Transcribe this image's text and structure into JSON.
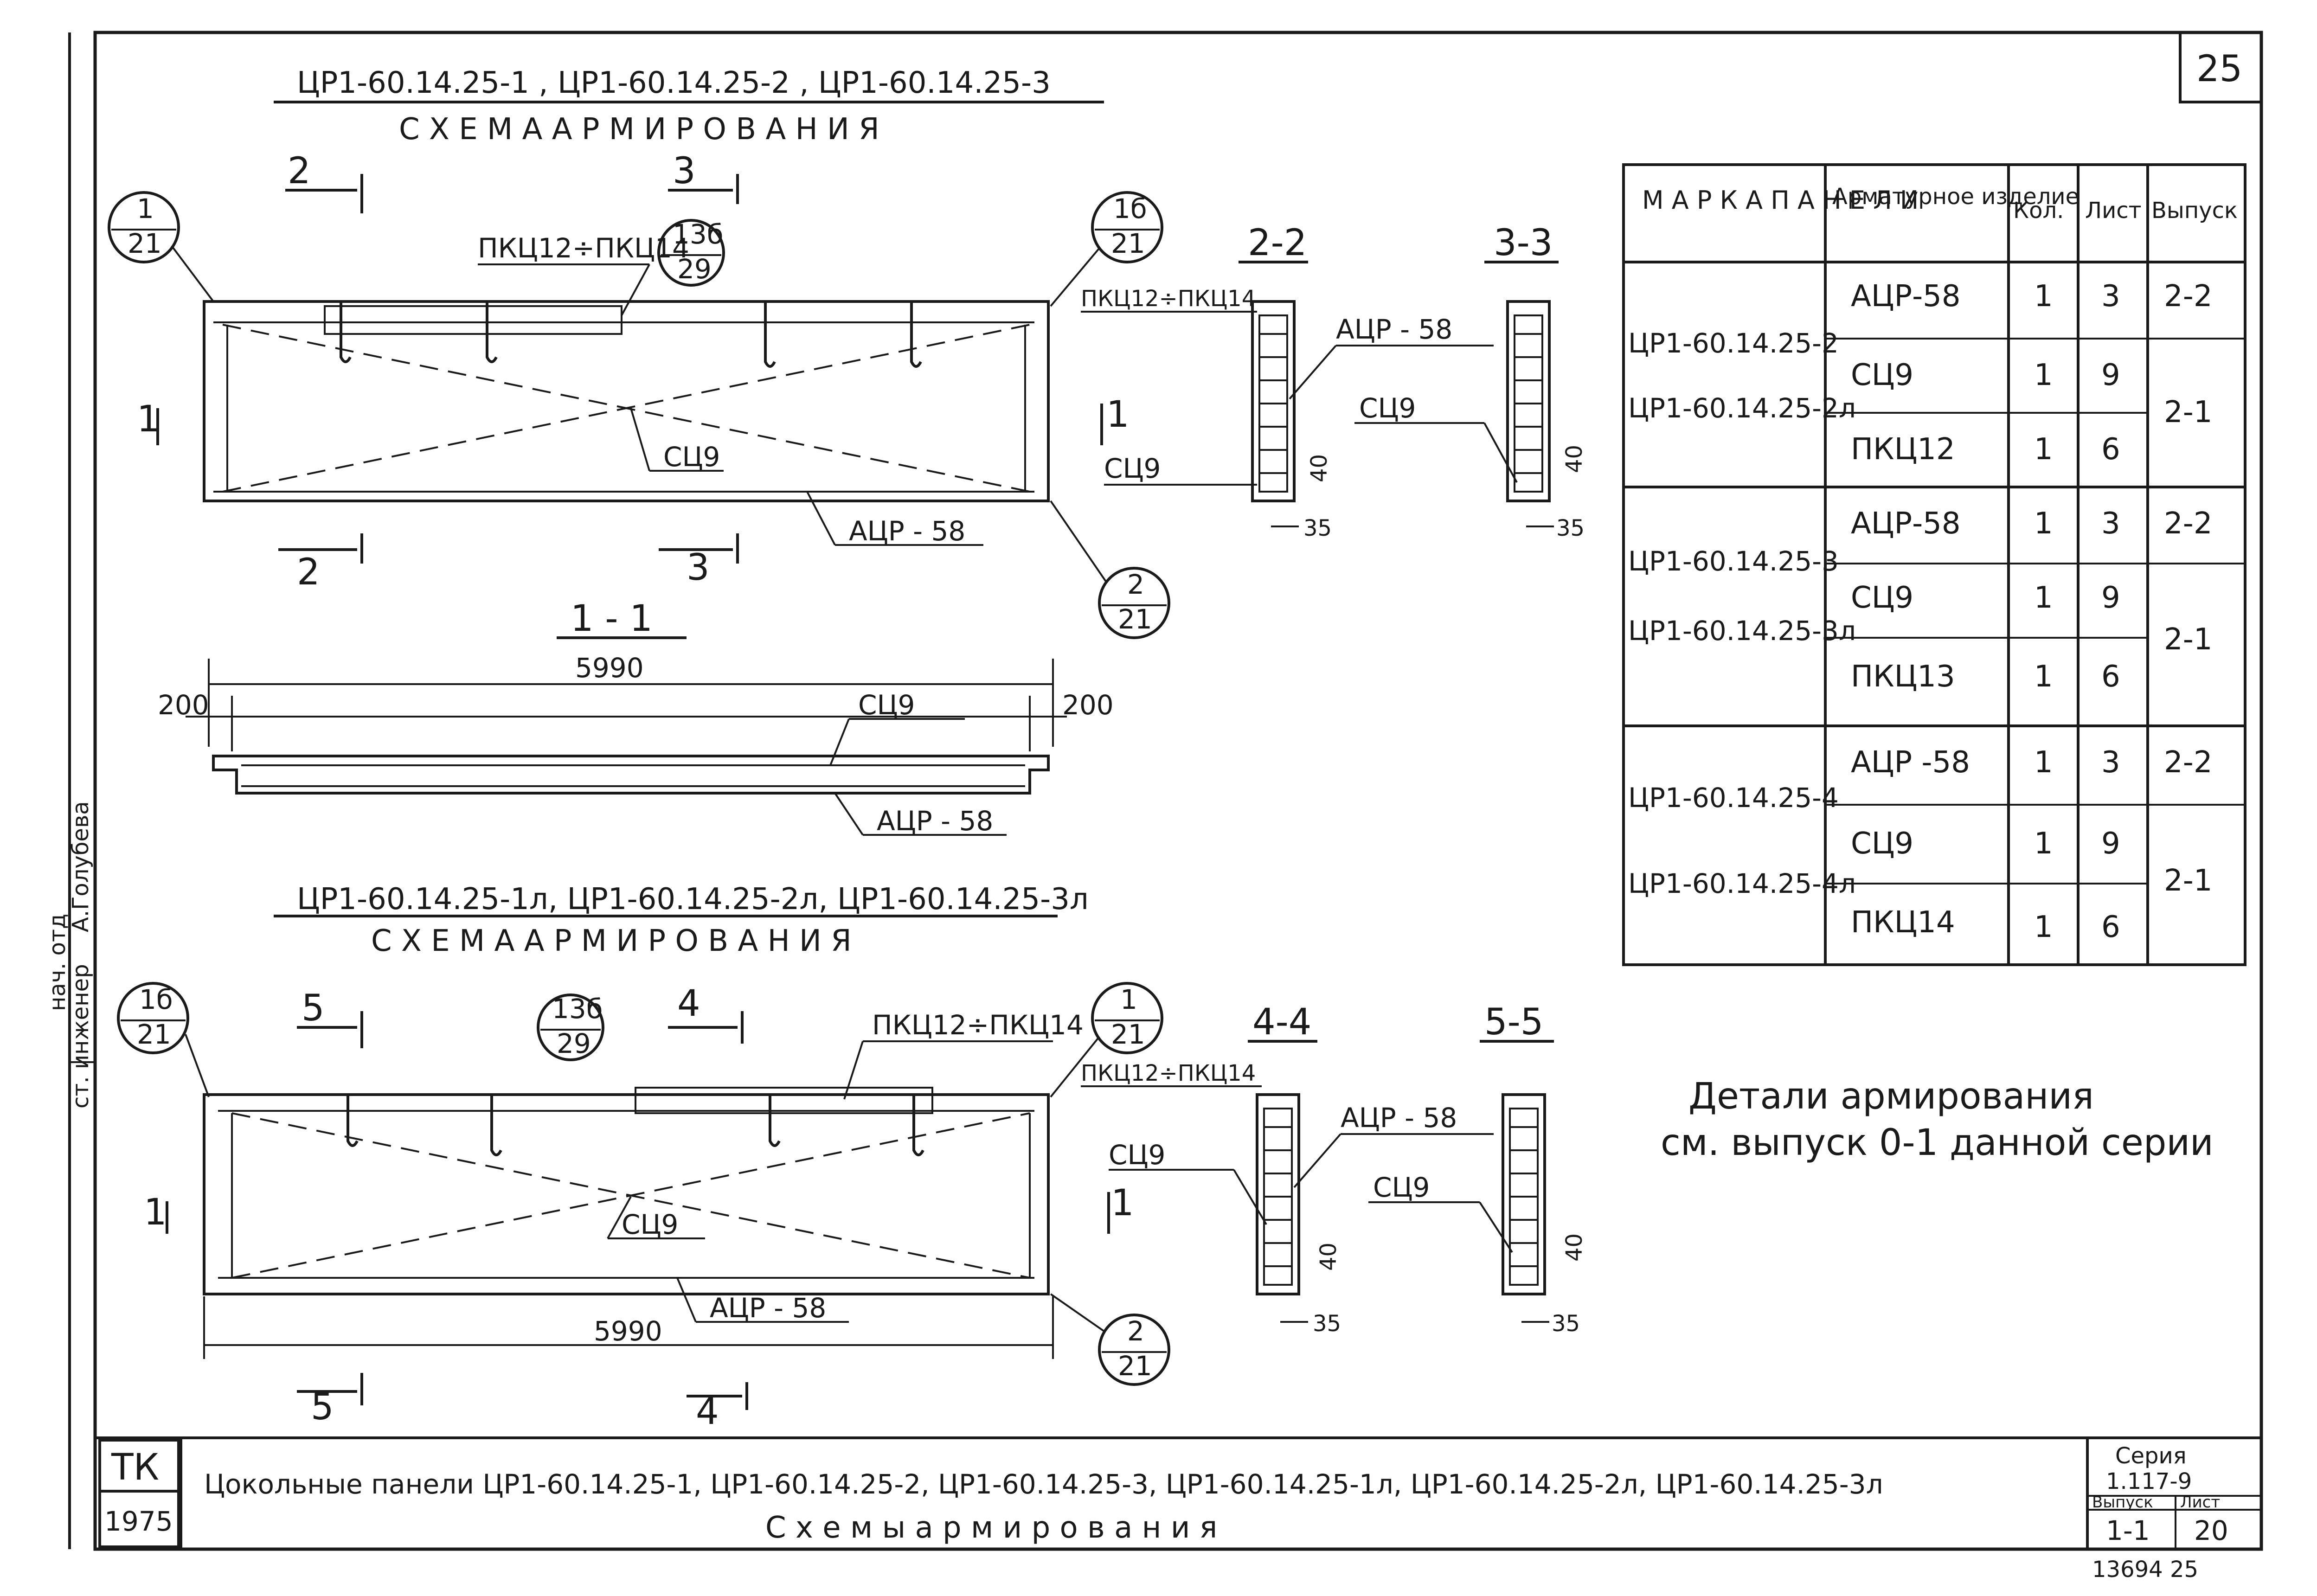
{
  "sheet": {
    "page_number": "25",
    "stamp_tk": "ТК",
    "stamp_year": "1975",
    "title_line1": "Цокольные панели ЦР1-60.14.25-1, ЦР1-60.14.25-2, ЦР1-60.14.25-3, ЦР1-60.14.25-1л, ЦР1-60.14.25-2л, ЦР1-60.14.25-3л",
    "title_line2": "С х е м ы   а р м и р о в а н и я",
    "series_label": "Серия",
    "series_value": "1.117-9",
    "issue_label": "Выпуск",
    "issue_value": "1-1",
    "sheet_label": "Лист",
    "sheet_value": "20",
    "archive_number": "13694 25",
    "side_text_1": "ст. инженер",
    "side_text_2": "А.Голубева",
    "side_text_3": "нач. отд"
  },
  "schemes": [
    {
      "header": "ЦР1-60.14.25-1 , ЦР1-60.14.25-2 , ЦР1-60.14.25-3",
      "subheader": "С Х Е М А   А Р М И Р О В А Н И Я"
    },
    {
      "header": "ЦР1-60.14.25-1л, ЦР1-60.14.25-2л, ЦР1-60.14.25-3л",
      "subheader": "С Х Е М А   А Р М И Р О В А Н И Я"
    }
  ],
  "labels": {
    "pkc_range": "ПКЦ12÷ПКЦ14",
    "acr": "АЦР - 58",
    "sc": "СЦ9",
    "dim_5990": "5990",
    "dim_200": "200",
    "dim_40": "40",
    "dim_35": "35",
    "sec_1": "1",
    "sec_2": "2",
    "sec_3": "3",
    "sec_4": "4",
    "sec_5": "5",
    "sec_1_1": "1 - 1",
    "sec_2_2": "2-2",
    "sec_3_3": "3-3",
    "sec_4_4": "4-4",
    "sec_5_5": "5-5",
    "ref_1": "1",
    "ref_16": "1б",
    "ref_2": "2",
    "ref_13b": "13б",
    "ref_21": "21",
    "ref_29": "29"
  },
  "table": {
    "headers": [
      "М А Р К А  П А Н Е Л И",
      "Арматурное изделие",
      "Кол.",
      "Лист",
      "Выпуск"
    ],
    "groups": [
      {
        "marks": [
          "ЦР1-60.14.25-2",
          "ЦР1-60.14.25-2л"
        ],
        "rows": [
          {
            "item": "АЦР-58",
            "qty": "1",
            "sheet": "3",
            "issue": "2-2"
          },
          {
            "item": "СЦ9",
            "qty": "1",
            "sheet": "9",
            "issue": "2-1"
          },
          {
            "item": "ПКЦ12",
            "qty": "1",
            "sheet": "6",
            "issue": ""
          }
        ]
      },
      {
        "marks": [
          "ЦР1-60.14.25-3",
          "ЦР1-60.14.25-3л"
        ],
        "rows": [
          {
            "item": "АЦР-58",
            "qty": "1",
            "sheet": "3",
            "issue": "2-2"
          },
          {
            "item": "СЦ9",
            "qty": "1",
            "sheet": "9",
            "issue": "2-1"
          },
          {
            "item": "ПКЦ13",
            "qty": "1",
            "sheet": "6",
            "issue": ""
          }
        ]
      },
      {
        "marks": [
          "ЦР1-60.14.25-4",
          "ЦР1-60.14.25-4л"
        ],
        "rows": [
          {
            "item": "АЦР -58",
            "qty": "1",
            "sheet": "3",
            "issue": "2-2"
          },
          {
            "item": "СЦ9",
            "qty": "1",
            "sheet": "9",
            "issue": "2-1"
          },
          {
            "item": "ПКЦ14",
            "qty": "1",
            "sheet": "6",
            "issue": ""
          }
        ]
      }
    ]
  },
  "note": {
    "line1": "Детали армирования",
    "line2": "см. выпуск 0-1 данной серии"
  }
}
